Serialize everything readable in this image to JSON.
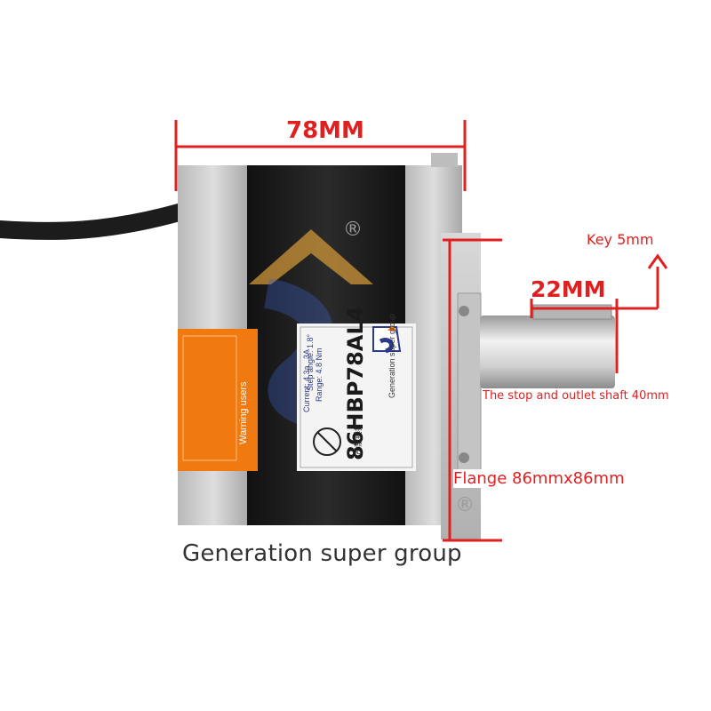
{
  "dimensions": {
    "length": "78MM",
    "shaft_length": "22MM",
    "key": "Key 5mm",
    "stop_outlet": "The stop and outlet shaft 40mm",
    "flange": "Flange 86mmx86mm"
  },
  "caption": "Generation super group",
  "nameplate": {
    "model": "86HBP78AL4",
    "brand": "Generation super group",
    "step_angle": "Step angle: 1.8°",
    "torque": "Range: 4.8 Nm",
    "current": "Current: 4.3a . 3A",
    "seal": "严禁锤打"
  },
  "warning_label": {
    "title": "Warning users"
  },
  "registered_mark": "®",
  "colors": {
    "dimension_red": "#e02020",
    "motor_black": "#1a1a1a",
    "aluminum": "#c8c8c8",
    "label_orange": "#f07a10",
    "nameplate_blue": "#2a3a8c"
  }
}
